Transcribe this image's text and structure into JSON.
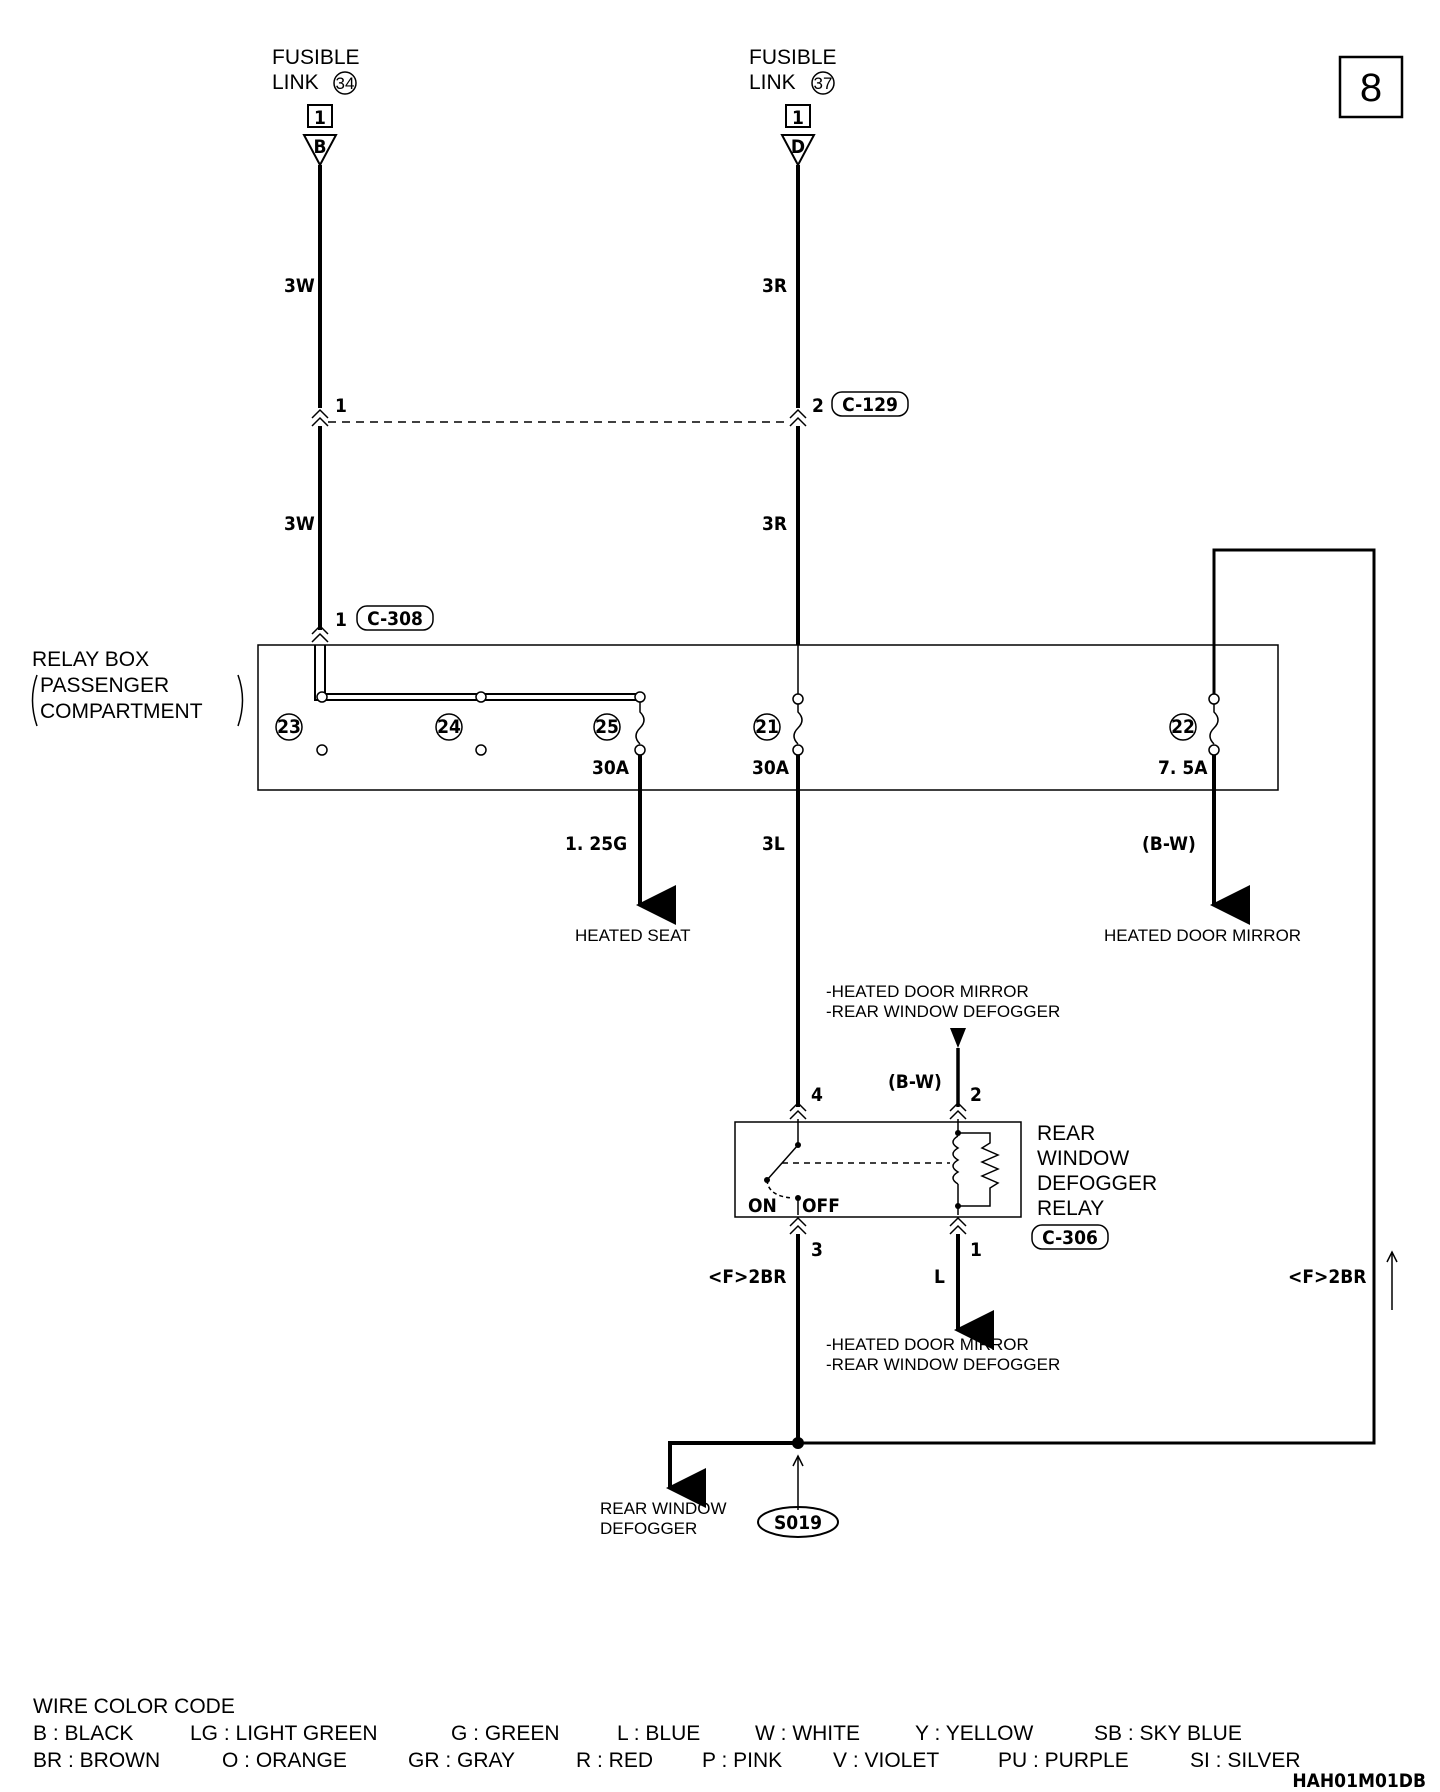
{
  "page_number": "8",
  "fusible_links": [
    {
      "line1": "FUSIBLE",
      "line2": "LINK",
      "number": "34",
      "terminal": "1",
      "letter": "B"
    },
    {
      "line1": "FUSIBLE",
      "line2": "LINK",
      "number": "37",
      "terminal": "1",
      "letter": "D"
    }
  ],
  "wire_labels": {
    "w_upper": "3W",
    "r_upper": "3R",
    "w_lower": "3W",
    "r_lower": "3R",
    "heated_seat_wire": "1. 25G",
    "main_wire": "3L",
    "mirror_wire": "(B-W)",
    "relay_in_wire": "(B-W)",
    "relay_out_wire": "L",
    "ground_left": "<F>2BR",
    "ground_right": "<F>2BR"
  },
  "connectors": {
    "c129": "C-129",
    "c129_pin_left": "1",
    "c129_pin_right": "2",
    "c308": "C-308",
    "c308_pin": "1",
    "c306": "C-306"
  },
  "relay_box": {
    "title": "RELAY BOX",
    "sub1": "PASSENGER",
    "sub2": "COMPARTMENT",
    "fuses": [
      {
        "num": "23",
        "rating": ""
      },
      {
        "num": "24",
        "rating": ""
      },
      {
        "num": "25",
        "rating": "30A"
      },
      {
        "num": "21",
        "rating": "30A"
      },
      {
        "num": "22",
        "rating": "7. 5A"
      }
    ]
  },
  "destinations": {
    "heated_seat": "HEATED SEAT",
    "heated_mirror": "HEATED DOOR MIRROR",
    "top_line1": "-HEATED DOOR MIRROR",
    "top_line2": "-REAR WINDOW DEFOGGER",
    "bottom_line1": "-HEATED DOOR MIRROR",
    "bottom_line2": "-REAR WINDOW DEFOGGER",
    "rear_defogger_line1": "REAR WINDOW",
    "rear_defogger_line2": "DEFOGGER"
  },
  "relay": {
    "name_line1": "REAR",
    "name_line2": "WINDOW",
    "name_line3": "DEFOGGER",
    "name_line4": "RELAY",
    "pin4": "4",
    "pin2": "2",
    "pin3": "3",
    "pin1": "1",
    "on_label": "ON",
    "off_label": "OFF"
  },
  "splice": "S019",
  "color_code": {
    "title": "WIRE COLOR CODE",
    "row1": [
      "B : BLACK",
      "LG : LIGHT GREEN",
      "G : GREEN",
      "L : BLUE",
      "W : WHITE",
      "Y : YELLOW",
      "SB : SKY BLUE"
    ],
    "row2": [
      "BR : BROWN",
      "O : ORANGE",
      "GR : GRAY",
      "R : RED",
      "P : PINK",
      "V : VIOLET",
      "PU : PURPLE",
      "SI : SILVER"
    ]
  },
  "figure_id": "HAH01M01DB"
}
